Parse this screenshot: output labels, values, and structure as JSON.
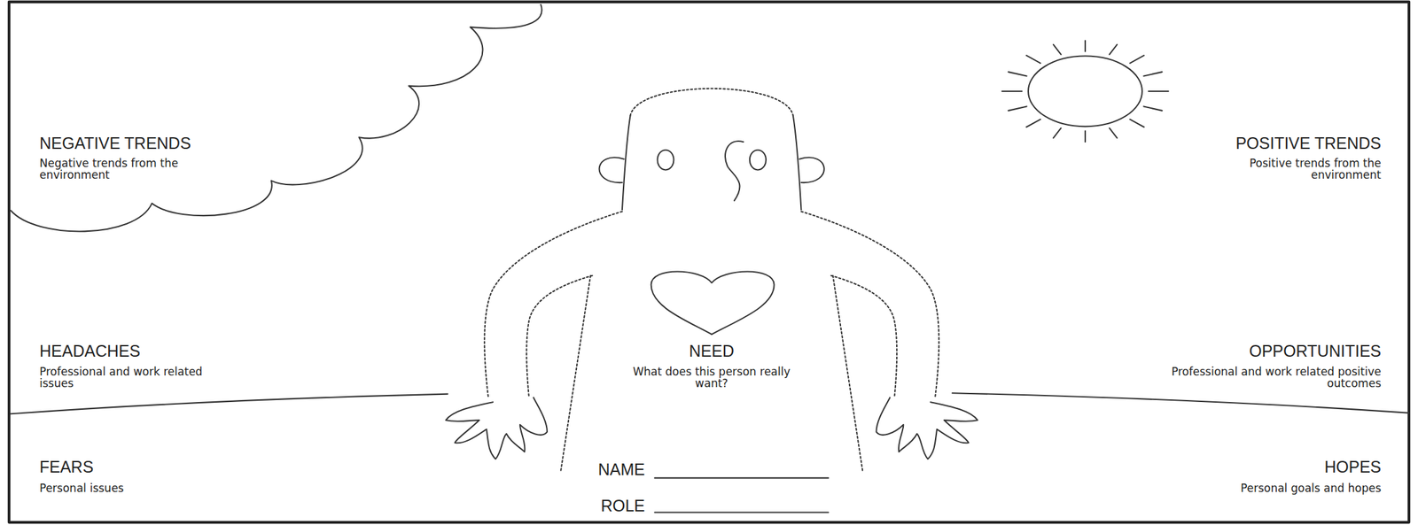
{
  "diagram": {
    "labels": [
      "NEGATIVE TRENDS",
      "Negative trends from the environment",
      "POSITIVE TRENDS",
      "Positive trends from the environment",
      "HEADACHES",
      "Professional and work related issues",
      "NEED",
      "What does this person really want?",
      "OPPORTUNITIES",
      "Professional and work related positive outcomes",
      "FEARS",
      "Personal issues",
      "NAME",
      "ROLE",
      "HOPES",
      "Personal goals and hopes"
    ]
  }
}
